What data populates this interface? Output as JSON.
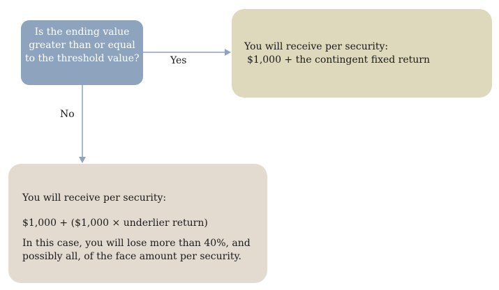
{
  "decision": {
    "lines": [
      "Is the ending value",
      "greater than or equal",
      "to the threshold value?"
    ]
  },
  "yes_branch": {
    "label": "Yes",
    "box": {
      "line1": "You will receive per security:",
      "line2": "$1,000 + the contingent fixed return"
    }
  },
  "no_branch": {
    "label": "No",
    "box": {
      "line1": "You will receive per security:",
      "line2": "$1,000 + ($1,000 × underlier return)",
      "line3": "In this case, you will lose more than 40%, and possibly all, of the face amount per security."
    }
  },
  "colors": {
    "decision_fill": "#8ea3bd",
    "yes_fill": "#ded8bc",
    "no_fill": "#e4dbd0",
    "arrow": "#8ea3bd"
  }
}
